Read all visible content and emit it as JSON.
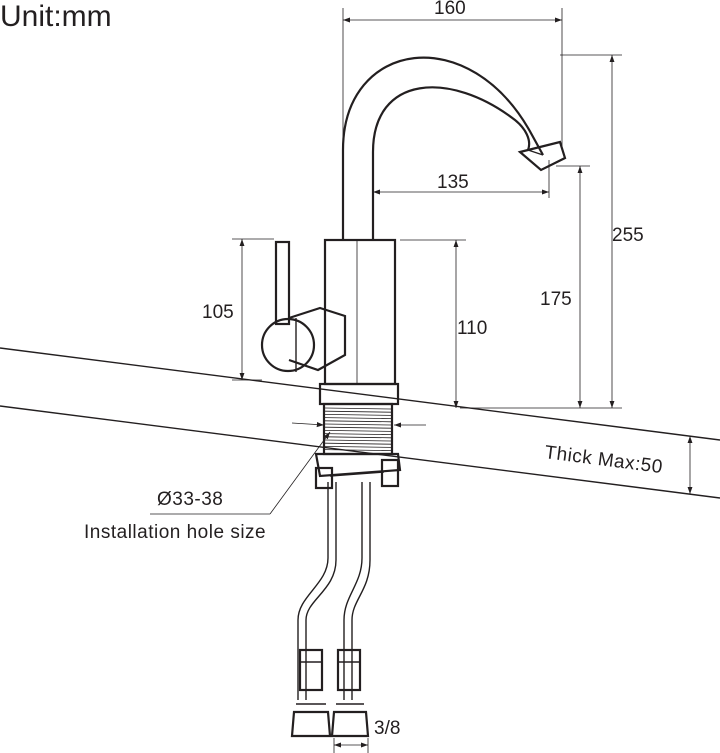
{
  "unit_label": "Unit:mm",
  "dimensions": {
    "spout_reach": "160",
    "spout_inner": "135",
    "total_height": "255",
    "spout_height": "175",
    "handle_height": "105",
    "body_height": "110"
  },
  "notes": {
    "thickness": "Thick Max:50",
    "hole_diameter": "Ø33-38",
    "hole_caption": "Installation hole size",
    "connector": "3/8"
  }
}
